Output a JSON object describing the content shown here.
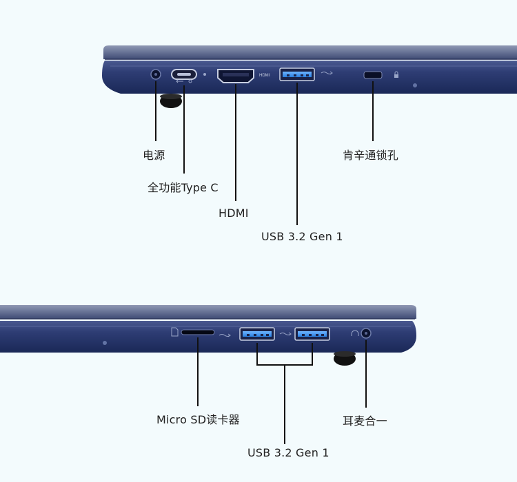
{
  "top_side": {
    "port_labels": {
      "power": "电源",
      "type_c": "全功能Type C",
      "hdmi": "HDMI",
      "usb": "USB 3.2 Gen 1",
      "lock": "肯辛通锁孔"
    },
    "printed_marks": {
      "hdmi": "HDMI"
    }
  },
  "bottom_side": {
    "port_labels": {
      "sd": "Micro SD读卡器",
      "usb": "USB 3.2 Gen 1",
      "audio": "耳麦合一"
    }
  },
  "colors": {
    "background": "#f3fbfd",
    "chassis_dark": "#1f2f63",
    "chassis_mid": "#3a4a7e",
    "lid": "#5f6c8f",
    "usb_blue": "#2f86e6",
    "callout": "#111111"
  },
  "icons": [
    "usb-ss-icon",
    "lock-icon",
    "sd-card-icon",
    "headset-icon",
    "led-dot-icon",
    "type-c-usb-icon"
  ]
}
